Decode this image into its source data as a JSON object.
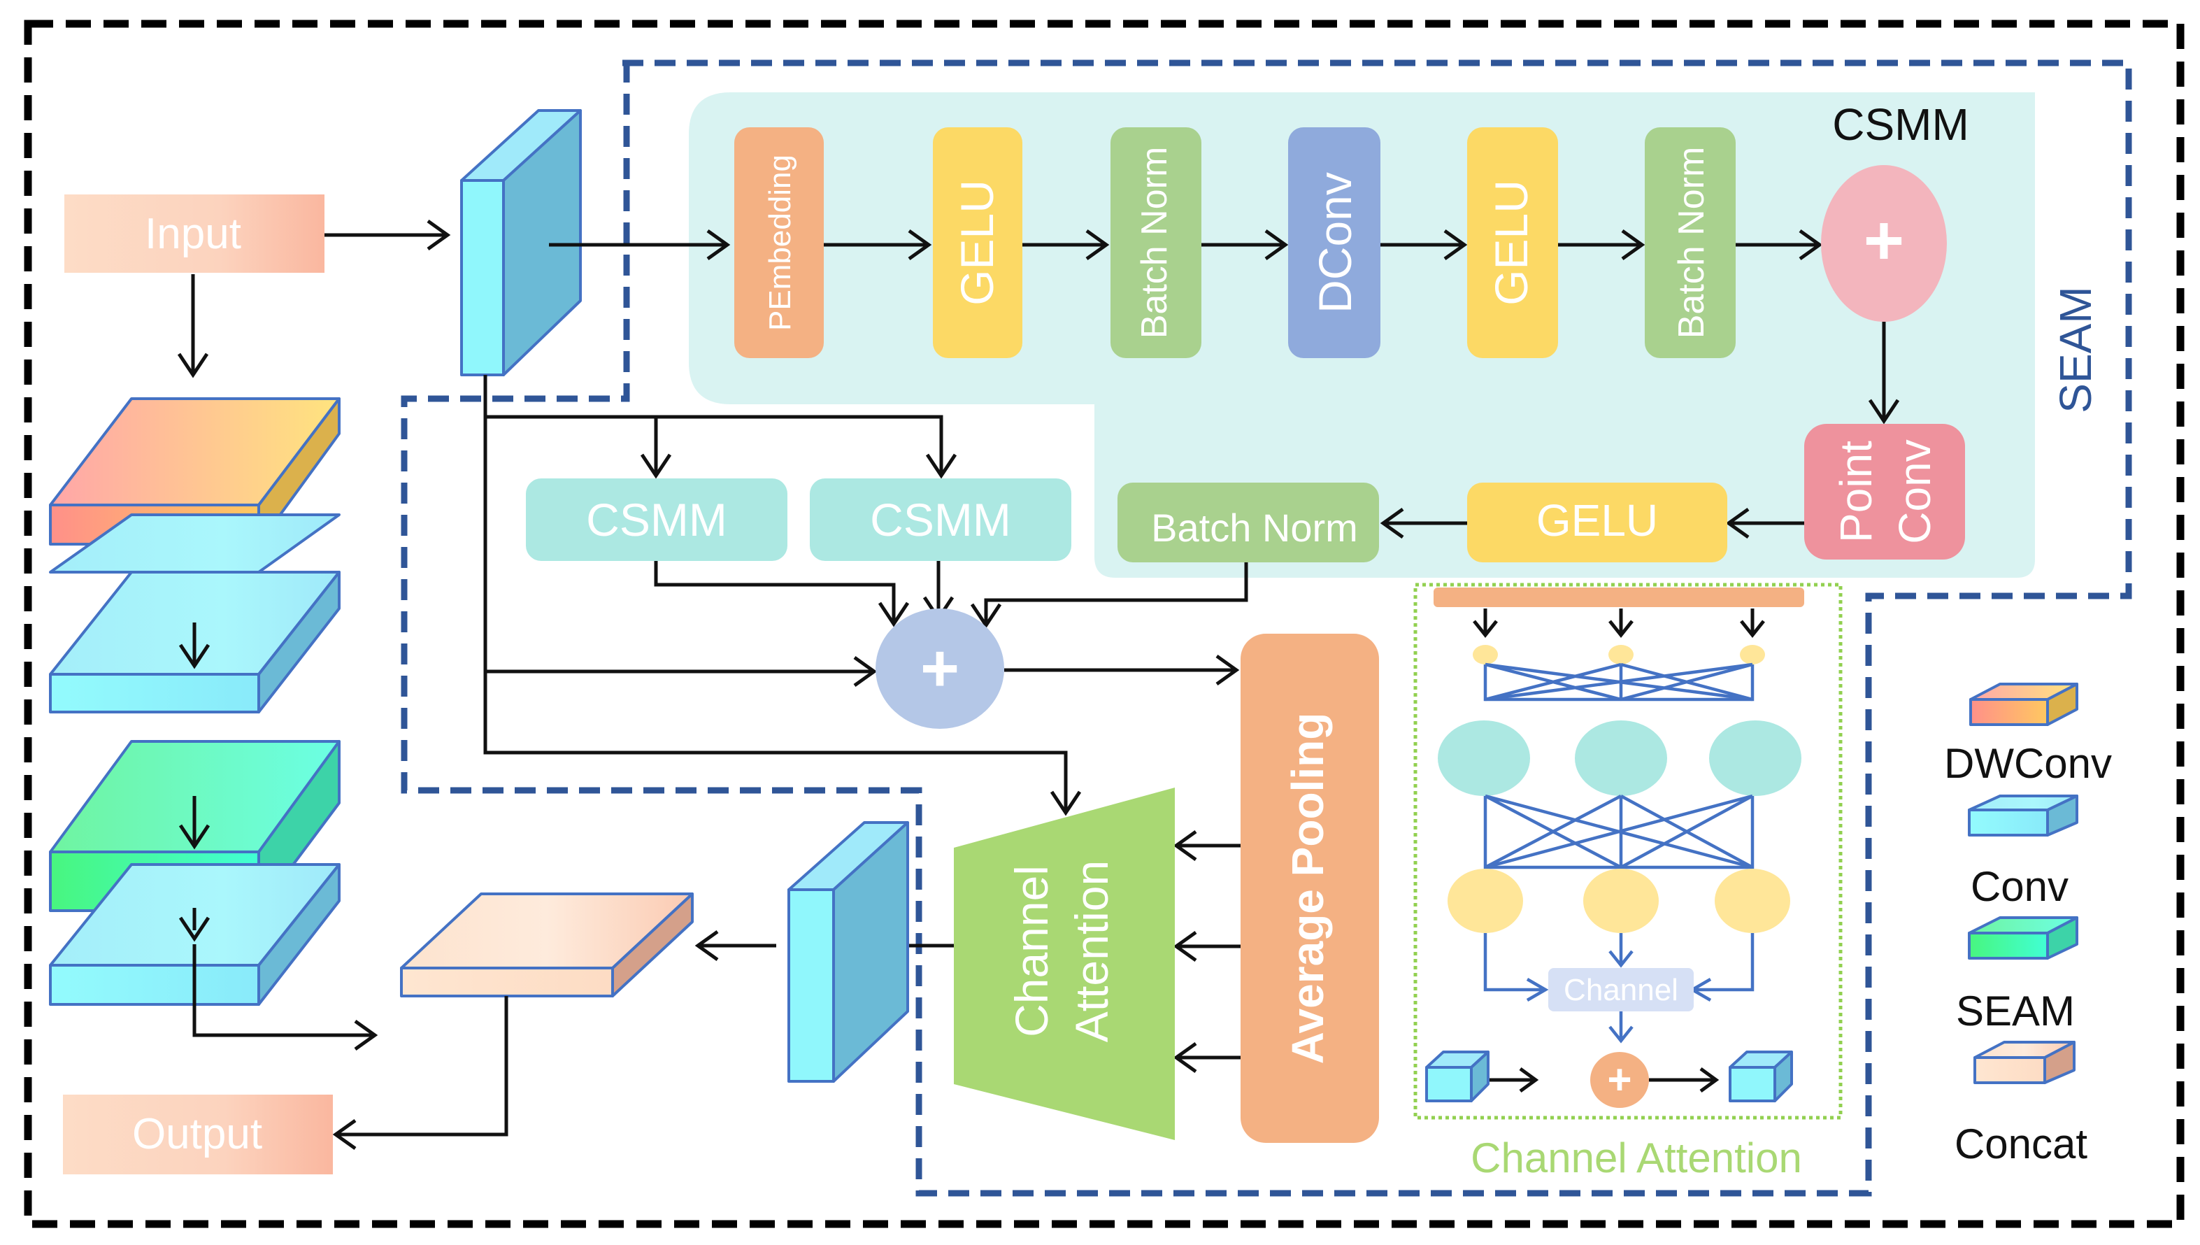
{
  "diagram": {
    "input_label": "Input",
    "output_label": "Output",
    "seam_label": "SEAM",
    "csmm_panel": {
      "title": "CSMM",
      "steps": [
        {
          "label": "PEmbedding",
          "color": "#F4B183"
        },
        {
          "label": "GELU",
          "color": "#FCD965"
        },
        {
          "label": "Batch Norm",
          "color": "#A9D18E"
        },
        {
          "label": "DConv",
          "color": "#8FAADC"
        },
        {
          "label": "GELU",
          "color": "#FCD965"
        },
        {
          "label": "Batch Norm",
          "color": "#A9D18E"
        }
      ],
      "add_symbol": "+",
      "point_conv": {
        "line1": "Point",
        "line2": "Conv",
        "color": "#EE929D"
      },
      "return_gelu": {
        "label": "GELU",
        "color": "#FCD965"
      },
      "return_batchnorm": {
        "label": "Batch Norm",
        "color": "#A9D18E"
      },
      "background": "#D9F3F2"
    },
    "csmm_blocks": [
      {
        "label": "CSMM",
        "color": "#ACE8E2"
      },
      {
        "label": "CSMM",
        "color": "#ACE8E2"
      }
    ],
    "sum_node": {
      "symbol": "+",
      "color": "#B4C7E7"
    },
    "average_pooling": {
      "label": "Average Pooling",
      "color": "#F4B183"
    },
    "channel_attention_block": {
      "line1": "Channel",
      "line2": "Attention",
      "color": "#A9D873"
    },
    "channel_attention_detail": {
      "title": "Channel Attention",
      "channel_label": "Channel",
      "add_symbol": "+",
      "title_color": "#A9D873",
      "layers": {
        "inputs": 3,
        "hidden": 3,
        "outputs": 3
      }
    },
    "legend": [
      {
        "label": "DWConv",
        "type": "dwconv"
      },
      {
        "label": "Conv",
        "type": "conv"
      },
      {
        "label": "SEAM",
        "type": "seam"
      },
      {
        "label": "Concat",
        "type": "concat"
      }
    ],
    "colors": {
      "outer_border": "#000000",
      "seam_border": "#2F5597",
      "edge_blue": "#4472C4",
      "channel_box_border": "#92D050"
    }
  }
}
